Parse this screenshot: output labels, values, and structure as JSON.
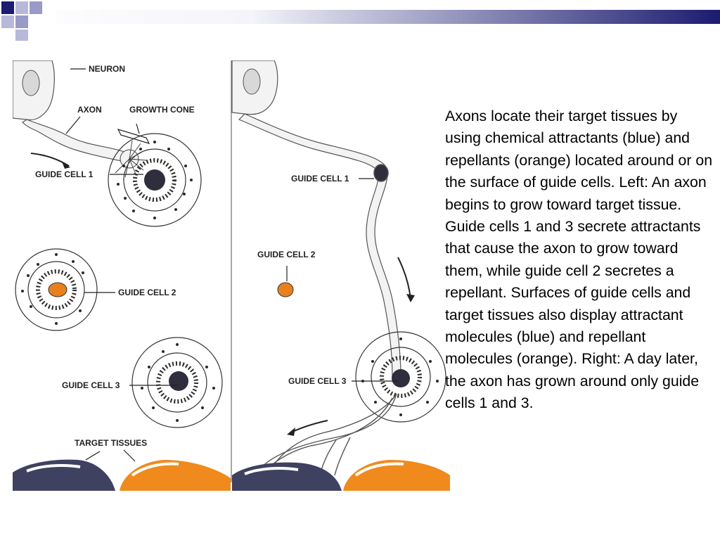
{
  "colors": {
    "band_start": "#ffffff",
    "band_end": "#1c1c70",
    "logo_dark": "#1c1c70",
    "logo_light": "#9a9ac8",
    "attractant_blue": "#3c3c5a",
    "repellant_orange": "#e8801e",
    "target_dark": "#3f4161",
    "target_orange": "#f08a1c"
  },
  "diagram": {
    "left_panel": {
      "neuron_label": "NEURON",
      "axon_label": "AXON",
      "growth_cone_label": "GROWTH CONE",
      "guide_cell_1_label": "GUIDE CELL 1",
      "guide_cell_2_label": "GUIDE CELL 2",
      "guide_cell_3_label": "GUIDE CELL 3",
      "target_tissues_label": "TARGET TISSUES"
    },
    "right_panel": {
      "guide_cell_1_label": "GUIDE CELL 1",
      "guide_cell_2_label": "GUIDE CELL 2",
      "guide_cell_3_label": "GUIDE CELL 3"
    }
  },
  "caption": "Axons locate their target tissues by using chemical attractants (blue) and repellants (orange) located around or on the surface of guide cells. Left: An axon begins to grow toward target tissue. Guide cells 1 and 3 secrete attractants that cause the axon to grow toward them, while guide cell 2 secretes a repellant. Surfaces of guide cells and target tissues also display attractant molecules (blue) and repellant molecules (orange). Right: A day later, the axon has grown around only guide cells 1 and 3."
}
